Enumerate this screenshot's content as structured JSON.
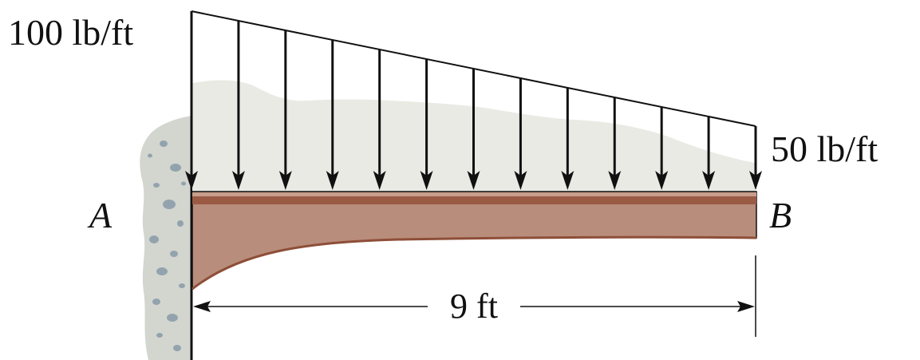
{
  "load": {
    "left_intensity": "100 lb/ft",
    "right_intensity": "50 lb/ft",
    "arrow_count": 13
  },
  "points": {
    "left": "A",
    "right": "B"
  },
  "dimension": {
    "span": "9 ft"
  },
  "colors": {
    "beam_body": "#B98D7B",
    "beam_top_band": "#9A5A44",
    "beam_top_highlight": "#C79E8B",
    "wall": "#D3D6CF",
    "wall_stones": "#93A3AE",
    "load_shading": "#EAEAE5",
    "line": "#111111"
  }
}
